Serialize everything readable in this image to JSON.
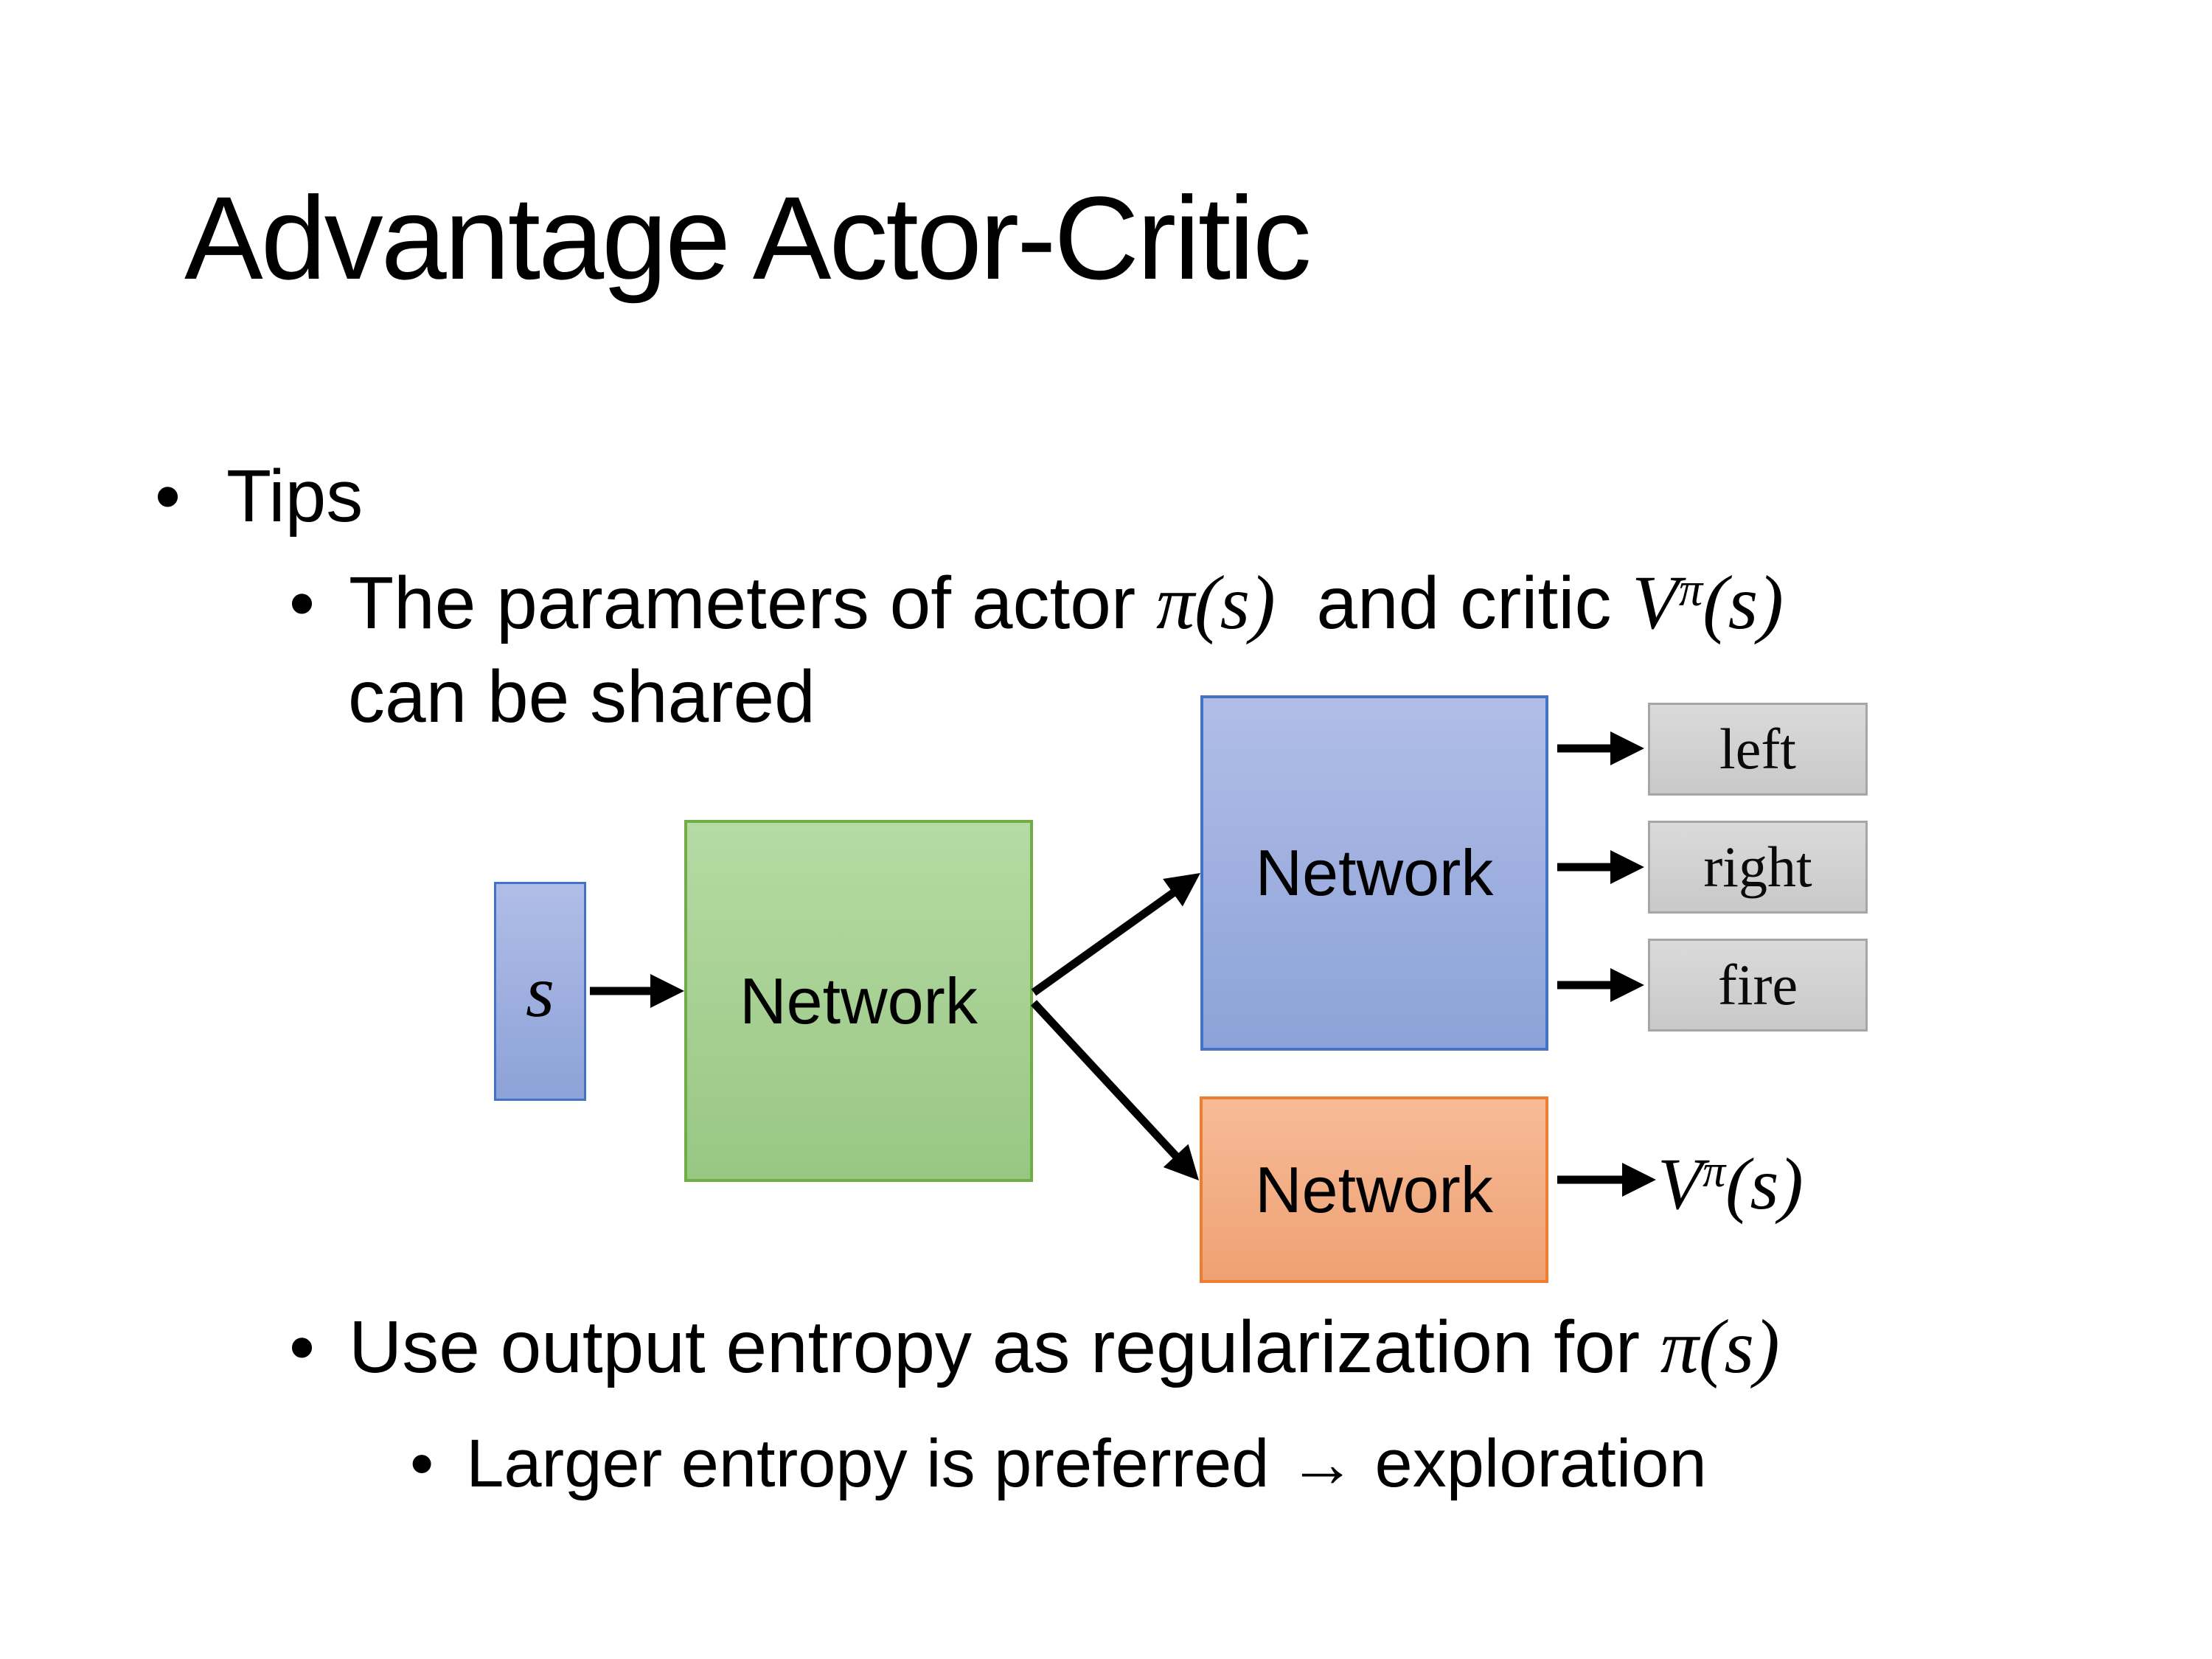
{
  "content": {
    "title": "Advantage Actor-Critic",
    "tips": "Tips",
    "item1": {
      "pre": "The parameters of actor ",
      "actor_math": {
        "pi": "π",
        "arg": "(s)"
      },
      "mid": "  and critic ",
      "critic_math": {
        "v": "V",
        "sup": "π",
        "arg": "(s)"
      },
      "line2": "can be shared"
    },
    "item2": {
      "pre": "Use output entropy as regularization for ",
      "math": {
        "pi": "π",
        "arg": "(s)"
      }
    },
    "item3": "Larger entropy is preferred → exploration"
  },
  "glyphs": {
    "bullet": "•"
  },
  "diagram": {
    "state_label": "s",
    "shared_network_label": "Network",
    "actor_network_label": "Network",
    "critic_network_label": "Network",
    "actions": [
      "left",
      "right",
      "fire"
    ],
    "critic_output": {
      "v": "V",
      "sup": "π",
      "arg": "(s)"
    }
  },
  "colors": {
    "background": "#ffffff",
    "text": "#000000",
    "blue_fill": "#9fb1e1",
    "blue_border": "#4472c4",
    "green_fill": "#a7d194",
    "green_border": "#70ad47",
    "orange_fill": "#f3ae85",
    "orange_border": "#ed7d31",
    "gray_fill": "#d2d2d2",
    "gray_border": "#a6a6a6",
    "arrow": "#000000"
  }
}
